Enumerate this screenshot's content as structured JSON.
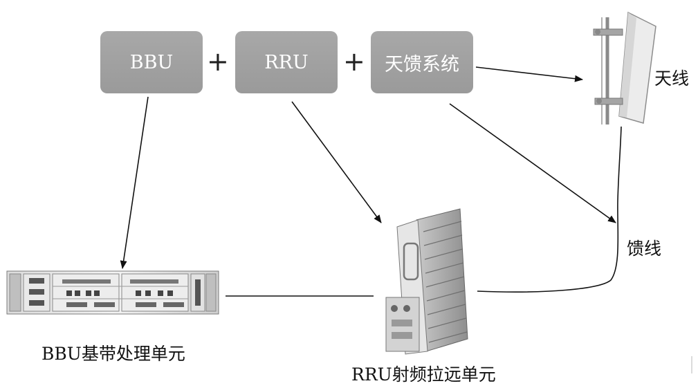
{
  "boxes": {
    "bbu": "BBU",
    "rru": "RRU",
    "antenna_system": "天馈系统"
  },
  "operators": {
    "plus": "+"
  },
  "labels": {
    "antenna": "天线",
    "feeder": "馈线",
    "bbu_unit": "BBU基带处理单元",
    "rru_unit": "RRU射频拉远单元"
  }
}
